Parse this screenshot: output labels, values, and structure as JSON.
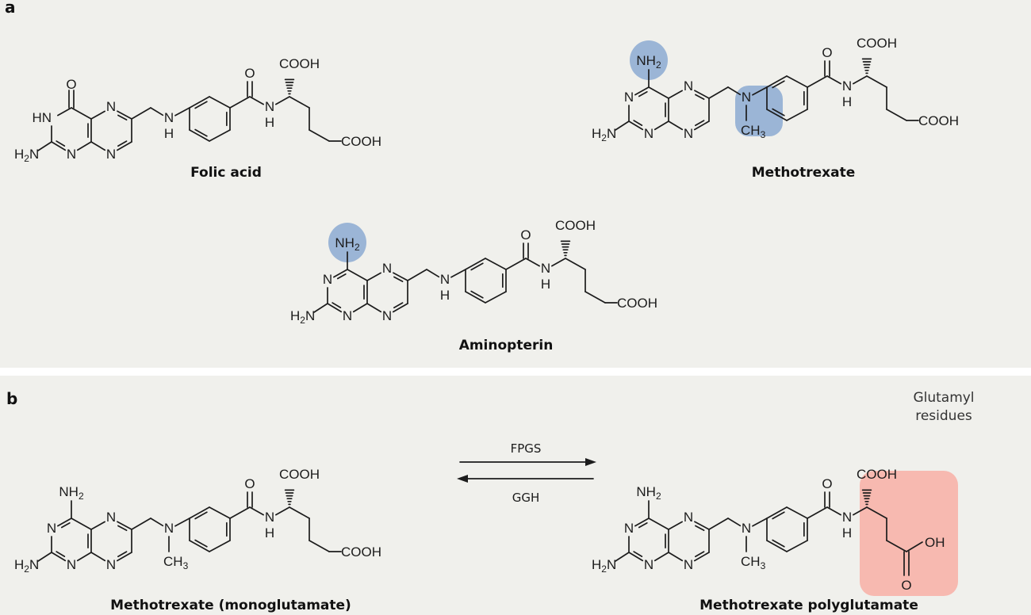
{
  "panels": {
    "a": {
      "letter": "a"
    },
    "b": {
      "letter": "b"
    }
  },
  "molecules": {
    "folic_acid": {
      "name": "Folic acid"
    },
    "methotrexate": {
      "name": "Methotrexate"
    },
    "aminopterin": {
      "name": "Aminopterin"
    },
    "mtx_mono": {
      "name": "Methotrexate (monoglutamate)"
    },
    "mtx_poly": {
      "name": "Methotrexate polyglutamate"
    }
  },
  "enzymes": {
    "forward": "FPGS",
    "reverse": "GGH"
  },
  "annotation": {
    "line1": "Glutamyl",
    "line2": "residues"
  },
  "atoms": {
    "O": "O",
    "N": "N",
    "H": "H",
    "HN": "HN",
    "H2N": "H2N",
    "NH2": "NH2",
    "NH": "NH",
    "COOH": "COOH",
    "CH3": "CH3",
    "OH": "OH"
  },
  "colors": {
    "background": "#f0f0ec",
    "highlight_blue": "#9bb5d6",
    "highlight_red": "#f7b9b0",
    "ink": "#1c1c1c"
  }
}
